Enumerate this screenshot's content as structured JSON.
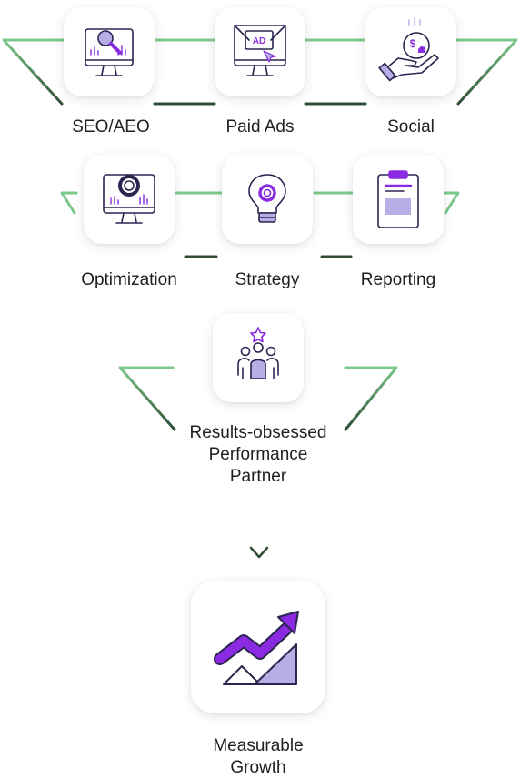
{
  "diagram": {
    "services_row1": [
      {
        "label": "SEO/AEO",
        "icon": "seo-monitor-magnifier-icon"
      },
      {
        "label": "Paid Ads",
        "icon": "paid-ads-monitor-icon",
        "badge": "AD"
      },
      {
        "label": "Social",
        "icon": "social-hand-coin-icon",
        "badge": "$"
      }
    ],
    "services_row2": [
      {
        "label": "Optimization",
        "icon": "optimization-monitor-gear-icon"
      },
      {
        "label": "Strategy",
        "icon": "strategy-lightbulb-icon"
      },
      {
        "label": "Reporting",
        "icon": "reporting-clipboard-icon"
      }
    ],
    "partner": {
      "lines": [
        "Results-obsessed",
        "Performance",
        "Partner"
      ],
      "icon": "team-star-icon"
    },
    "outcome": {
      "lines": [
        "Measurable",
        "Growth"
      ],
      "icon": "growth-chart-arrow-icon"
    }
  },
  "colors": {
    "accent_green": "#7cc98b",
    "dark_green": "#2f4d34",
    "accent_purple": "#8a2be2",
    "light_purple": "#b7aee6",
    "icon_outline": "#2b2350"
  }
}
